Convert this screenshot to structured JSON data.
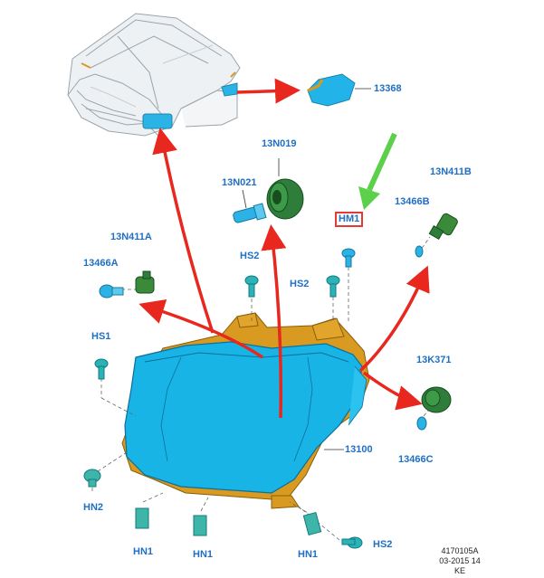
{
  "colors": {
    "label_blue": "#1f6fc4",
    "arrow_red": "#e8281e",
    "arrow_green": "#5cd04a",
    "lamp_cyan": "#19b4e6",
    "housing_orange": "#d99a22",
    "part_green": "#3a8a3a",
    "part_teal": "#2bb3b8"
  },
  "labels": {
    "p13368": "13368",
    "p13N019": "13N019",
    "p13N021": "13N021",
    "hm1": "HM1",
    "p13N411B": "13N411B",
    "p13466B": "13466B",
    "p13N411A": "13N411A",
    "p13466A": "13466A",
    "hs2_top": "HS2",
    "hs2_mid": "HS2",
    "hs1": "HS1",
    "p13K371": "13K371",
    "p13100": "13100",
    "p13466C": "13466C",
    "hn2": "HN2",
    "hn1_a": "HN1",
    "hn1_b": "HN1",
    "hn1_c": "HN1",
    "hs2_bottom": "HS2"
  },
  "footer": {
    "code": "4170105A",
    "date": "03-2015 14",
    "region": "KE"
  },
  "icons": [
    "vehicle-front-icon",
    "headlamp-assembly-icon",
    "bulb-icon",
    "bulb-socket-icon",
    "push-pin-icon",
    "nut-icon",
    "clip-icon",
    "callout-arrow-icon"
  ]
}
